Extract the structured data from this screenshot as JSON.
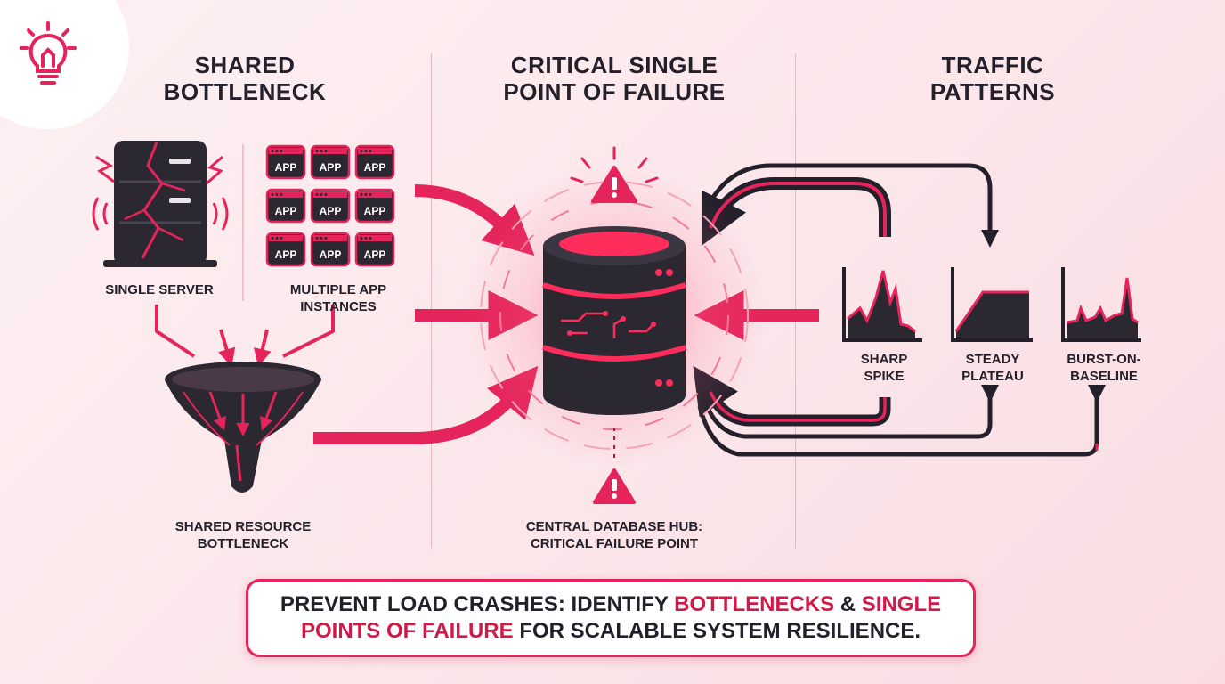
{
  "sections": {
    "bottleneck": {
      "title_line1": "Shared",
      "title_line2": "Bottleneck",
      "single_server_label": "Single Server",
      "app_instances_label_line1": "Multiple App",
      "app_instances_label_line2": "Instances",
      "app_tile_text": "APP",
      "funnel_label_line1": "Shared Resource",
      "funnel_label_line2": "Bottleneck"
    },
    "spof": {
      "title_line1": "Critical Single",
      "title_line2": "Point of Failure",
      "hub_label_line1": "Central Database Hub:",
      "hub_label_line2": "Critical Failure Point"
    },
    "traffic": {
      "title_line1": "Traffic",
      "title_line2": "Patterns",
      "patterns": [
        {
          "label_line1": "Sharp",
          "label_line2": "Spike"
        },
        {
          "label_line1": "Steady",
          "label_line2": "Plateau"
        },
        {
          "label_line1": "Burst-On-",
          "label_line2": "Baseline"
        }
      ]
    }
  },
  "banner": {
    "part1": "Prevent load crashes: identify ",
    "highlight1": "bottlenecks",
    "part2": " & ",
    "highlight2": "single points of failure",
    "part3": " for scalable system resilience."
  },
  "colors": {
    "accent": "#e4245a",
    "accent_dark": "#c8103c",
    "dark": "#2b2832",
    "divider": "#e9b7c1"
  }
}
